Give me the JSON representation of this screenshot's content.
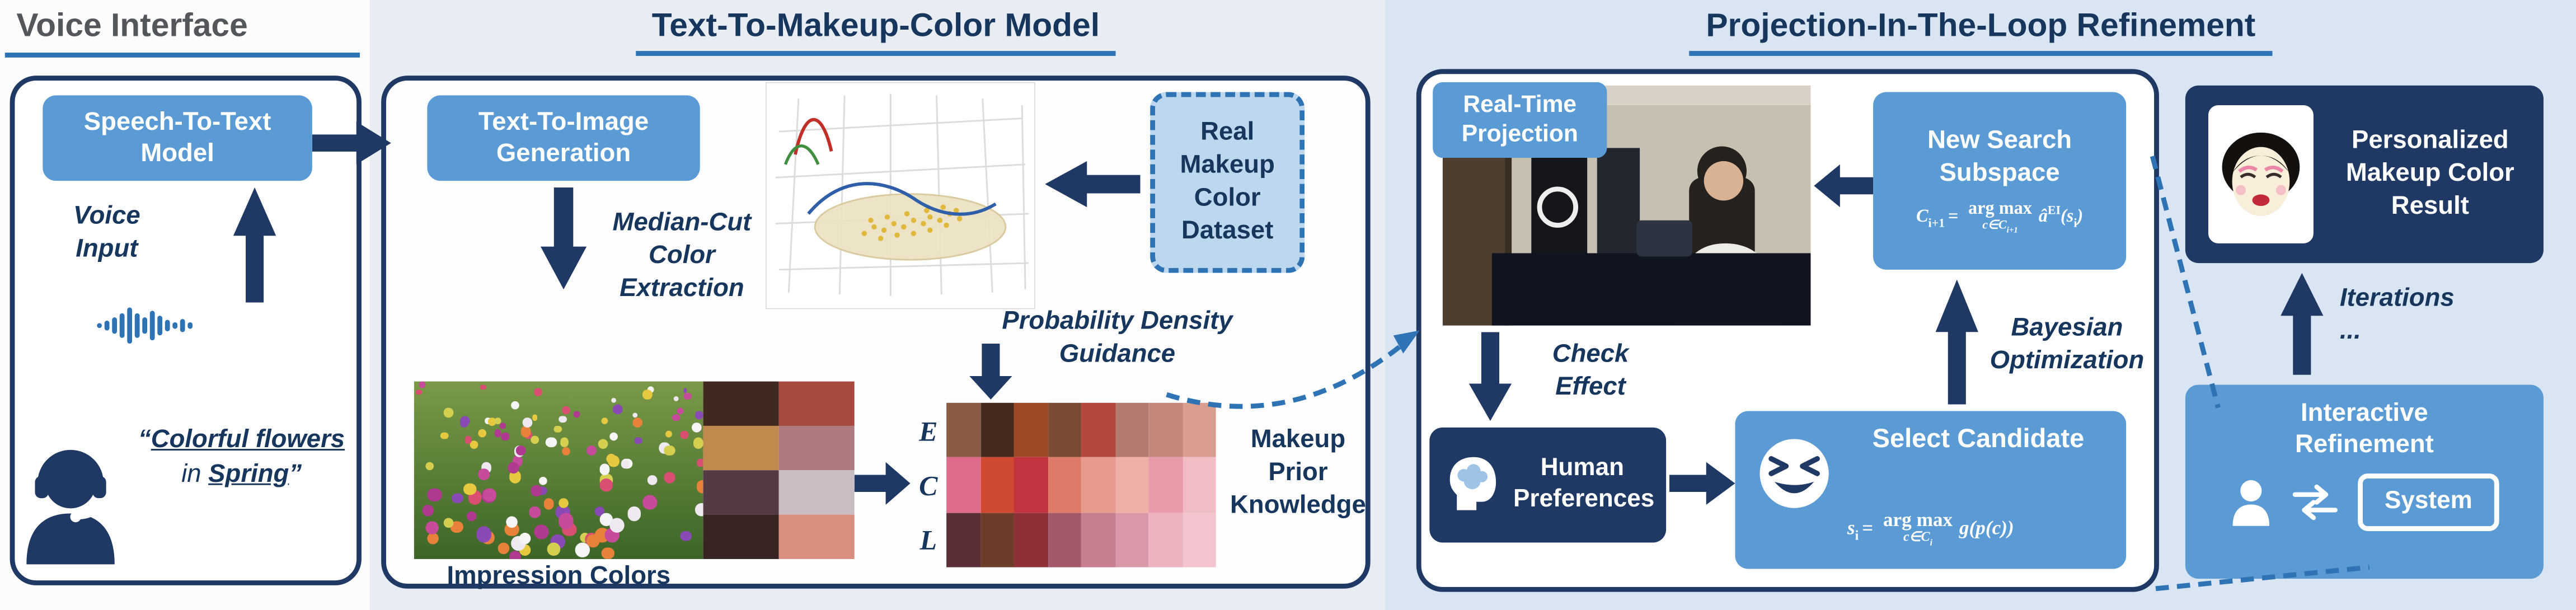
{
  "voice": {
    "title": "Voice Interface",
    "stt": "Speech-To-Text Model",
    "voice_input": "Voice Input",
    "quote_open": "“",
    "quote_colorful": "Colorful flowers",
    "quote_in": " in ",
    "quote_spring": "Spring",
    "quote_close": "”"
  },
  "model": {
    "title": "Text-To-Makeup-Color Model",
    "t2i": "Text-To-Image Generation",
    "median_cut": "Median-Cut Color Extraction",
    "impression": "Impression Colors",
    "dataset": "Real Makeup Color Dataset",
    "pdg": "Probability Density Guidance",
    "prior": "Makeup Prior Knowledge",
    "row_labels": [
      "E",
      "C",
      "L"
    ]
  },
  "refine": {
    "title": "Projection-In-The-Loop Refinement",
    "rtp": "Real-Time Projection",
    "check": "Check Effect",
    "human": "Human Preferences",
    "select": "Select Candidate",
    "bayes": "Bayesian Optimization",
    "subspace": "New Search Subspace",
    "personalized": "Personalized Makeup Color Result",
    "iterations": "Iterations",
    "iterations_dots": "...",
    "interactive": "Interactive Refinement",
    "system": "System"
  },
  "formulas": {
    "select": {
      "lhs": "s",
      "lhs_sub": "i",
      "eq": "=",
      "op": "arg max",
      "limit": "c∈C",
      "limit_sub": "i",
      "rhs": "g(p(c))"
    },
    "subspace": {
      "lhs": "C",
      "lhs_sub": "i+1",
      "eq": "=",
      "op": "arg max",
      "limit": "c∈C",
      "limit_sub": "i+1",
      "fn": "â",
      "fn_sup": "EI",
      "arg_open": "(s",
      "arg_sub": "i",
      "arg_close": ")"
    }
  },
  "colors": {
    "navy": "#1f3864",
    "accent_blue": "#5b9bd5",
    "underline_blue": "#2e74b5",
    "dataset_fill": "#bdd7ee",
    "impression_palette": [
      "#40291f",
      "#a6493f",
      "#c08a4c",
      "#ad7a80",
      "#533a44",
      "#c9bcc2",
      "#382420",
      "#d98f7e"
    ],
    "matrix": {
      "E": [
        "#8a5a42",
        "#43291e",
        "#9c4a26",
        "#7a4a33",
        "#b5483c",
        "#b27a70",
        "#c4887a",
        "#d99e8e"
      ],
      "C": [
        "#e06a8a",
        "#cf4a30",
        "#c23540",
        "#de7a68",
        "#e89a8c",
        "#eeb0a6",
        "#e89aa8",
        "#f2bcc4"
      ],
      "L": [
        "#5c2f36",
        "#6e3d2a",
        "#8e3038",
        "#a3596a",
        "#c77f8e",
        "#d898a8",
        "#ecb2be",
        "#f3c4cd"
      ]
    },
    "flower_dots": [
      "#e6c93f",
      "#b03a90",
      "#eee8f0",
      "#d94f72",
      "#8a4ab5",
      "#e8823a",
      "#f5f5f5",
      "#d4cf4f",
      "#c84a9a"
    ]
  }
}
